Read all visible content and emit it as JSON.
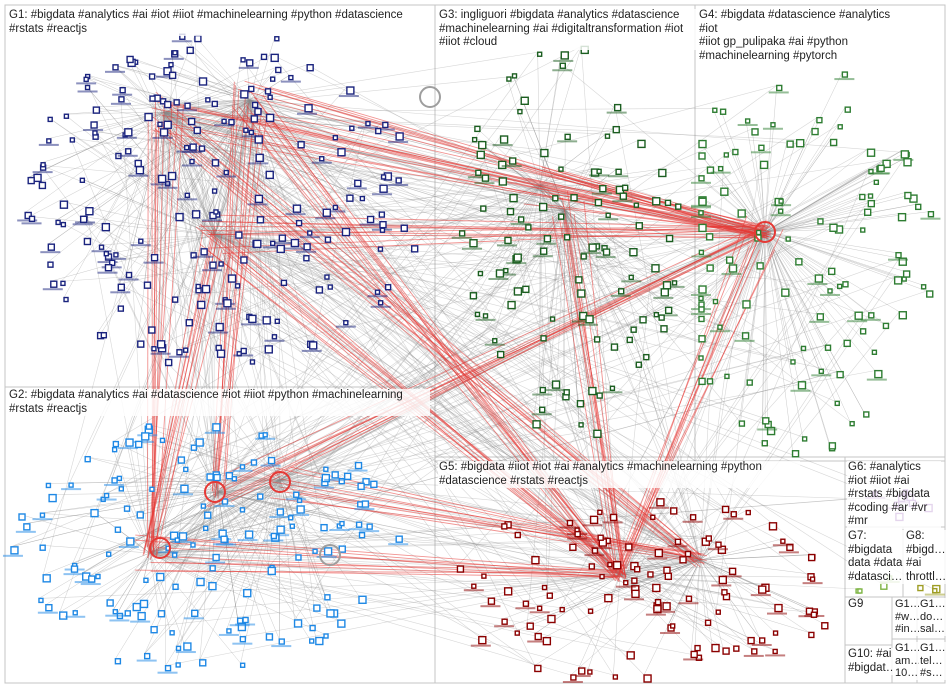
{
  "groups": [
    {
      "id": "G1",
      "label": "G1: #bigdata #analytics #ai #iot #iiot #machinelearning #python #datascience\n#rstats #reactjs",
      "color": "#1a237e"
    },
    {
      "id": "G2",
      "label": "G2: #bigdata #analytics #ai #datascience #iot #iiot #python #machinelearning\n#rstats #reactjs",
      "color": "#1e88e5"
    },
    {
      "id": "G3",
      "label": "G3: ingliguori #bigdata #analytics #datascience\n#machinelearning #ai #digitaltransformation #iot\n#iiot #cloud",
      "color": "#1b5e20"
    },
    {
      "id": "G4",
      "label": "G4: #bigdata #datascience #analytics #iot\n#iiot gp_pulipaka #ai #python\n#machinelearning #pytorch",
      "color": "#2e7d32"
    },
    {
      "id": "G5",
      "label": "G5: #bigdata #iiot #iot #ai #analytics #machinelearning #python\n#datascience #rstats #reactjs",
      "color": "#8b0000"
    },
    {
      "id": "G6",
      "label": "G6: #analytics\n#iot #iiot #ai\n#rstats #bigdata\n#coding #ar #vr\n#mr",
      "color": "#6a1b9a"
    },
    {
      "id": "G7",
      "label": "G7:\n#bigdata\ndata #data\n#datasci…",
      "color": "#7cb342"
    },
    {
      "id": "G8",
      "label": "G8:\n#bigd…\n#ai\nthrottl…",
      "color": "#9e9d24"
    },
    {
      "id": "G9",
      "label": "G9",
      "color": "#6a1b9a"
    },
    {
      "id": "G10",
      "label": "G10: #ai\n#bigdat…",
      "color": "#4a148c"
    },
    {
      "id": "G11",
      "label": "G1…\n#w…\n#in…",
      "color": "#37474f"
    },
    {
      "id": "G12",
      "label": "G1…\ndo…\nsal…",
      "color": "#37474f"
    },
    {
      "id": "G13",
      "label": "G1…\nam…\n10…",
      "color": "#37474f"
    },
    {
      "id": "G14",
      "label": "G1…\ntel…\n#s…",
      "color": "#37474f"
    }
  ],
  "edge_colors": {
    "normal": "#8c8c8c",
    "strong": "#e53935"
  },
  "layout": {
    "type": "group-in-a-box network graph"
  }
}
